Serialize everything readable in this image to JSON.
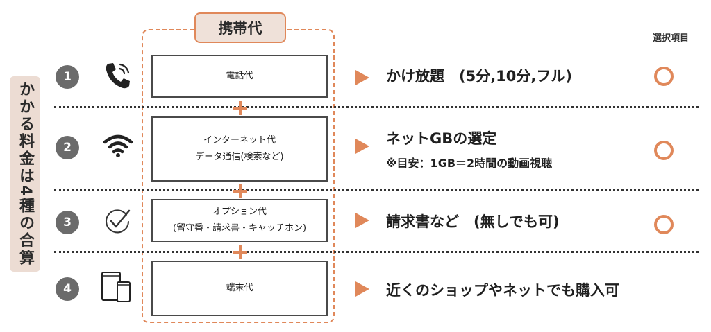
{
  "side_label": "かかる料金は4種の合算",
  "frame_title": "携帯代",
  "column_header": "選択項目",
  "rows": [
    {
      "number": "1",
      "icon": "phone-icon",
      "box_line1": "電話代",
      "box_line2": "",
      "desc": "かけ放題　(5分,10分,フル)",
      "desc_sub": "",
      "selectable": true
    },
    {
      "number": "2",
      "icon": "wifi-icon",
      "box_line1": "インターネット代",
      "box_line2": "データ通信(検索など)",
      "desc": "ネットGBの選定",
      "desc_sub": "※目安：1GB＝2時間の動画視聴",
      "selectable": true
    },
    {
      "number": "3",
      "icon": "check-circle-icon",
      "box_line1": "オプション代",
      "box_line2": "(留守番・請求書・キャッチホン)",
      "desc": "請求書など　(無しでも可)",
      "desc_sub": "",
      "selectable": true
    },
    {
      "number": "4",
      "icon": "devices-icon",
      "box_line1": "端末代",
      "box_line2": "",
      "desc": "近くのショップやネットでも購入可",
      "desc_sub": "",
      "selectable": false
    }
  ],
  "colors": {
    "accent": "#e0885a",
    "label_bg": "#ecdcd3",
    "number_bg": "#6b6b6b"
  }
}
